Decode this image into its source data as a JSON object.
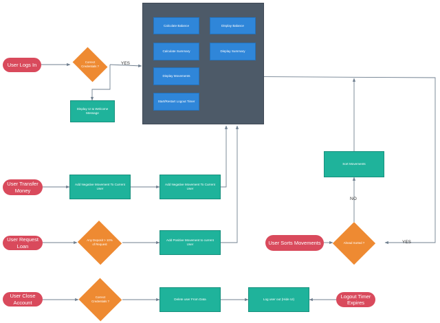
{
  "actors": {
    "login": "User Logs In",
    "transfer": "User Transfer Money",
    "loan": "User Request Loan",
    "close": "User Close Account",
    "sort": "User Sorts Movements",
    "timer": "Logout Timer Expires"
  },
  "decisions": {
    "credentials_login": "Correct Credentials ?",
    "deposit": "Any Deposit > 10% of Request",
    "credentials_close": "Correct Credentials ?",
    "sorted": "Alread Sorted ?"
  },
  "panel": {
    "calc_balance": "Calculate Balance",
    "display_balance": "Display Balance",
    "calc_summary": "Calculate Summary",
    "display_summary": "Display Summary",
    "display_movements": "Display Movements",
    "logout_timer": "Start/Restart Logout Timer"
  },
  "processes": {
    "welcome": "Display UI & Welcome Message",
    "neg_current": "Add Negative Movement To Current User",
    "neg_receiver": "Add Negative Movement To Current User",
    "pos_current": "Add Positive Movement to current User",
    "delete_user": "Delete user From Data",
    "logout": "Log user out (Hide UI)",
    "sort_movements": "Sort Movements"
  },
  "labels": {
    "yes_login": "YES",
    "no_sort": "NO",
    "yes_sort": "YES"
  },
  "colors": {
    "actor": "#d94a5c",
    "decision": "#ee8a32",
    "process": "#1fb39b",
    "panel_step": "#2f86d9",
    "panel_bg": "#4d5a68",
    "edge": "#6f7f8f"
  }
}
